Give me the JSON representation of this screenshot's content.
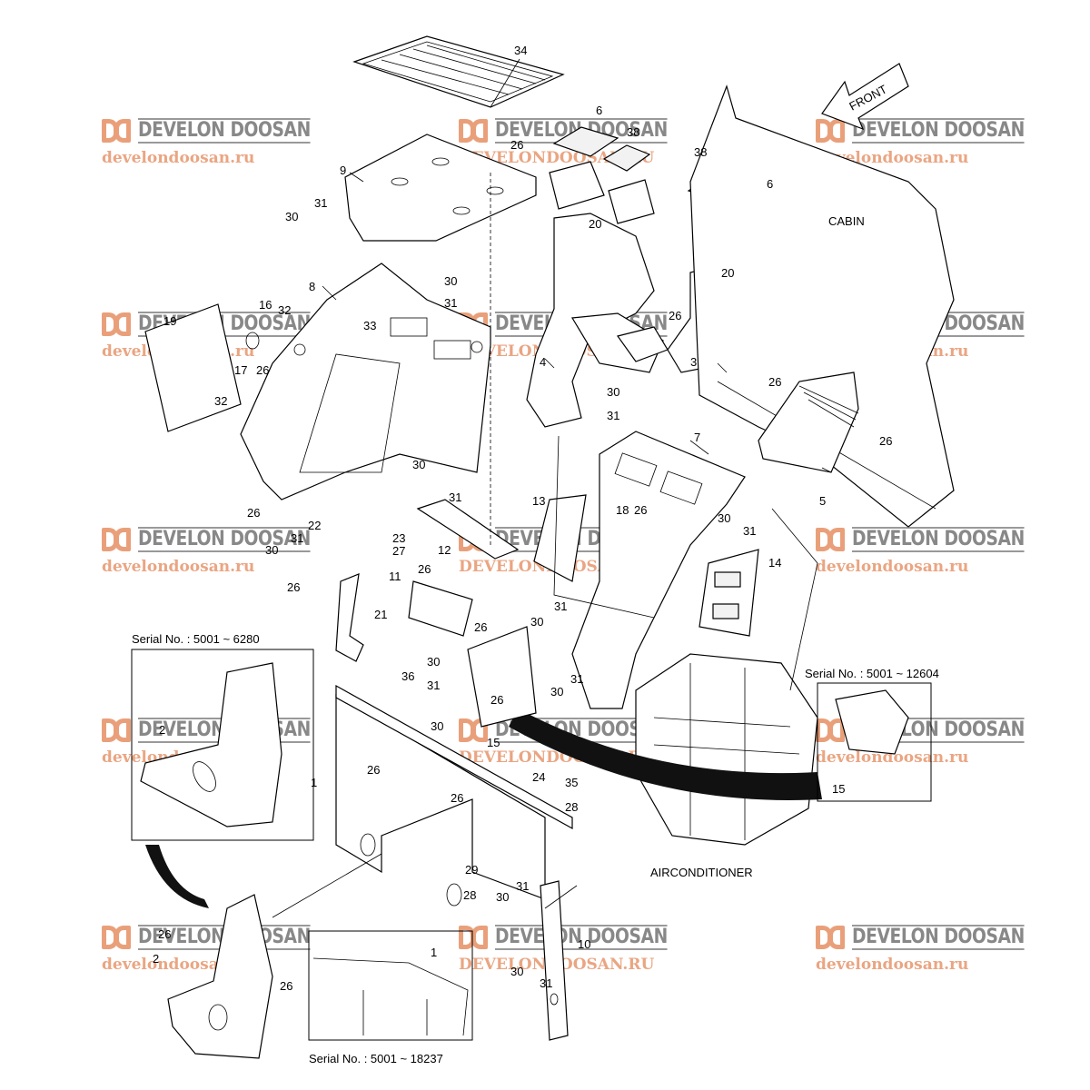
{
  "title": "Cabin air duct and air conditioner mounting parts diagram",
  "watermark": {
    "brand": "DEVELON DOOSAN",
    "url_lower": "develondoosan.ru",
    "url_upper": "DEVELONDOOSAN.RU"
  },
  "labels": {
    "front": "FRONT",
    "cabin": "CABIN",
    "airconditioner": "AIRCONDITIONER"
  },
  "serial_notes": {
    "duct_inset": "Serial No. : 5001 ~ 6280",
    "bracket_inset": "Serial No. : 5001 ~ 12604",
    "panel_inset": "Serial No. : 5001 ~ 18237"
  },
  "callouts": [
    {
      "id": "c34",
      "text": "34"
    },
    {
      "id": "c6a",
      "text": "6"
    },
    {
      "id": "c38a",
      "text": "38"
    },
    {
      "id": "c26a",
      "text": "26"
    },
    {
      "id": "c9",
      "text": "9"
    },
    {
      "id": "c38b",
      "text": "38"
    },
    {
      "id": "c6b",
      "text": "6"
    },
    {
      "id": "c31a",
      "text": "31"
    },
    {
      "id": "c30a",
      "text": "30"
    },
    {
      "id": "c20a",
      "text": "20"
    },
    {
      "id": "c20b",
      "text": "20"
    },
    {
      "id": "c30b",
      "text": "30"
    },
    {
      "id": "c8",
      "text": "8"
    },
    {
      "id": "c16",
      "text": "16"
    },
    {
      "id": "c32a",
      "text": "32"
    },
    {
      "id": "c31b",
      "text": "31"
    },
    {
      "id": "c19",
      "text": "19"
    },
    {
      "id": "c33",
      "text": "33"
    },
    {
      "id": "c17",
      "text": "17"
    },
    {
      "id": "c26b",
      "text": "26"
    },
    {
      "id": "c4",
      "text": "4"
    },
    {
      "id": "c26c",
      "text": "26"
    },
    {
      "id": "c3",
      "text": "3"
    },
    {
      "id": "c26d",
      "text": "26"
    },
    {
      "id": "c32b",
      "text": "32"
    },
    {
      "id": "c30c",
      "text": "30"
    },
    {
      "id": "c31c",
      "text": "31"
    },
    {
      "id": "c26e",
      "text": "26"
    },
    {
      "id": "c7",
      "text": "7"
    },
    {
      "id": "c5",
      "text": "5"
    },
    {
      "id": "c30d",
      "text": "30"
    },
    {
      "id": "c31d",
      "text": "31"
    },
    {
      "id": "c26f",
      "text": "26"
    },
    {
      "id": "c22",
      "text": "22"
    },
    {
      "id": "c23",
      "text": "23"
    },
    {
      "id": "c13",
      "text": "13"
    },
    {
      "id": "c18",
      "text": "18"
    },
    {
      "id": "c26g",
      "text": "26"
    },
    {
      "id": "c30e",
      "text": "30"
    },
    {
      "id": "c31e",
      "text": "31"
    },
    {
      "id": "c30f",
      "text": "30"
    },
    {
      "id": "c31f",
      "text": "31"
    },
    {
      "id": "c27",
      "text": "27"
    },
    {
      "id": "c12",
      "text": "12"
    },
    {
      "id": "c14",
      "text": "14"
    },
    {
      "id": "c26h",
      "text": "26"
    },
    {
      "id": "c11",
      "text": "11"
    },
    {
      "id": "c26i",
      "text": "26"
    },
    {
      "id": "c21",
      "text": "21"
    },
    {
      "id": "c31g",
      "text": "31"
    },
    {
      "id": "c30g",
      "text": "30"
    },
    {
      "id": "c26j",
      "text": "26"
    },
    {
      "id": "c36",
      "text": "36"
    },
    {
      "id": "c30h",
      "text": "30"
    },
    {
      "id": "c31h",
      "text": "31"
    },
    {
      "id": "c26k",
      "text": "26"
    },
    {
      "id": "c30i",
      "text": "30"
    },
    {
      "id": "c31i",
      "text": "31"
    },
    {
      "id": "c30j",
      "text": "30"
    },
    {
      "id": "c15a",
      "text": "15"
    },
    {
      "id": "c2a",
      "text": "2"
    },
    {
      "id": "c26l",
      "text": "26"
    },
    {
      "id": "c1a",
      "text": "1"
    },
    {
      "id": "c24",
      "text": "24"
    },
    {
      "id": "c35",
      "text": "35"
    },
    {
      "id": "c26m",
      "text": "26"
    },
    {
      "id": "c28a",
      "text": "28"
    },
    {
      "id": "c15b",
      "text": "15"
    },
    {
      "id": "c29",
      "text": "29"
    },
    {
      "id": "c28b",
      "text": "28"
    },
    {
      "id": "c30k",
      "text": "30"
    },
    {
      "id": "c31j",
      "text": "31"
    },
    {
      "id": "c26n",
      "text": "26"
    },
    {
      "id": "c2b",
      "text": "2"
    },
    {
      "id": "c26o",
      "text": "26"
    },
    {
      "id": "c1b",
      "text": "1"
    },
    {
      "id": "c10",
      "text": "10"
    },
    {
      "id": "c30l",
      "text": "30"
    },
    {
      "id": "c31k",
      "text": "31"
    }
  ]
}
